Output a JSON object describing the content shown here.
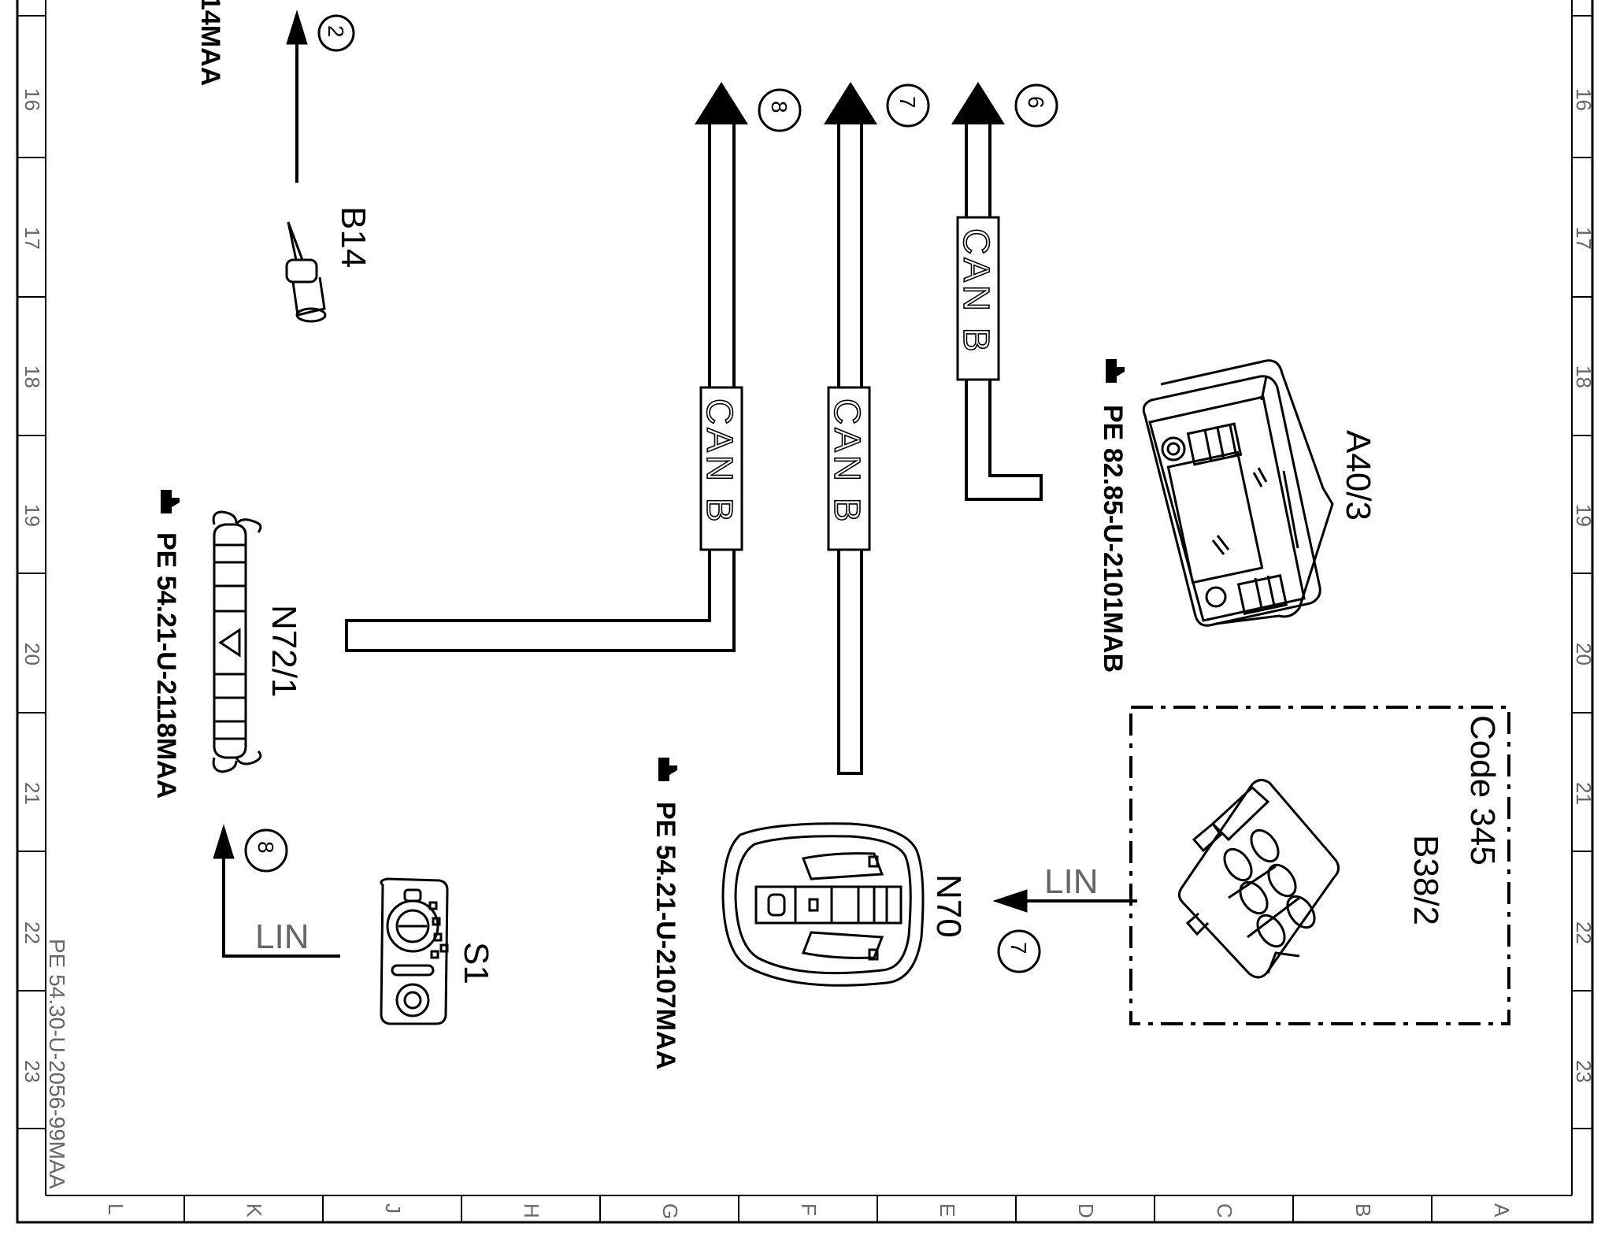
{
  "frame": {
    "row_labels": [
      "16",
      "17",
      "18",
      "19",
      "20",
      "21",
      "22",
      "23"
    ],
    "column_labels": [
      "L",
      "K",
      "J",
      "H",
      "G",
      "F",
      "E",
      "D",
      "C",
      "B",
      "A"
    ],
    "doc_ref": "PE 54.30-U-2056-99MAA"
  },
  "components": {
    "b14": {
      "label": "B14"
    },
    "n72_1": {
      "label": "N72/1",
      "ref": "PE 54.21-U-2118MAA"
    },
    "a40_3": {
      "label": "A40/3",
      "ref": "PE 82.85-U-2101MAB"
    },
    "n70": {
      "label": "N70",
      "ref": "PE 54.21-U-2107MAA"
    },
    "s1": {
      "label": "S1"
    },
    "b38_2": {
      "label": "B38/2",
      "code": "Code 345"
    }
  },
  "wires": {
    "can_label": "CAN B",
    "lin_label": "LIN"
  },
  "connectors": {
    "c2": "2",
    "c6": "6",
    "c7_top": "7",
    "c8_top": "8",
    "c7_lin": "7",
    "c8_lin": "8"
  },
  "cutoff_text": "14MAA",
  "colors": {
    "line": "#000000",
    "grid_text": "#666666"
  }
}
